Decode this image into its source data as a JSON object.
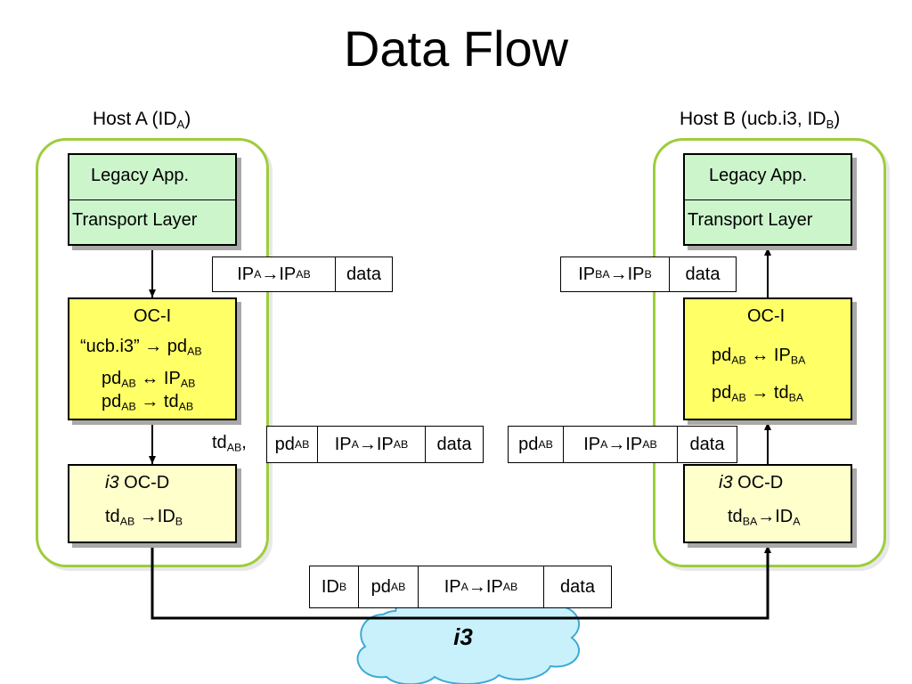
{
  "title": "Data Flow",
  "host_a": {
    "label": "Host A (ID",
    "label_sub": "A",
    "label_end": ")",
    "app": "Legacy App.",
    "transport": "Transport Layer",
    "oci": {
      "title": "OC-I",
      "line1_a": "“ucb.i3” ",
      "line1_arrow": "→",
      "line1_b": " pd",
      "line1_sub": "AB",
      "line2_a": "pd",
      "line2_sub1": "AB",
      "line2_arrow": " ↔ ",
      "line2_b": "IP",
      "line2_sub2": "AB",
      "line3_a": "pd",
      "line3_sub1": "AB",
      "line3_arrow": " → ",
      "line3_b": "td",
      "line3_sub2": "AB"
    },
    "ocd": {
      "title_i3": "i3",
      "title": " OC-D",
      "line_a": "td",
      "line_sub1": "AB",
      "line_arrow": " →",
      "line_b": "ID",
      "line_sub2": "B"
    }
  },
  "host_b": {
    "label": "Host B (ucb.i3, ID",
    "label_sub": "B",
    "label_end": ")",
    "app": "Legacy App.",
    "transport": "Transport Layer",
    "oci": {
      "title": "OC-I",
      "line1_a": "pd",
      "line1_sub1": "AB",
      "line1_arrow": " ↔ ",
      "line1_b": "IP",
      "line1_sub2": "BA",
      "line2_a": "pd",
      "line2_sub1": "AB",
      "line2_arrow": " → ",
      "line2_b": "td",
      "line2_sub2": "BA"
    },
    "ocd": {
      "title_i3": "i3",
      "title": " OC-D",
      "line_a": "td",
      "line_sub1": "BA",
      "line_arrow": "→",
      "line_b": "ID",
      "line_sub2": "A"
    }
  },
  "packets": {
    "a_top": {
      "ip_a": "IP",
      "ip_a_sub": "A",
      "arrow": "→",
      "ip_b": "IP",
      "ip_b_sub": "AB",
      "data": "data"
    },
    "b_top": {
      "ip_a": "IP",
      "ip_a_sub": "BA",
      "arrow": "→ ",
      "ip_b": "IP",
      "ip_b_sub": "B",
      "data": "data"
    },
    "a_mid_prefix": {
      "td": "td",
      "td_sub": "AB",
      "comma": ","
    },
    "a_mid": {
      "pd": "pd",
      "pd_sub": "AB",
      "ip_a": "IP",
      "ip_a_sub": "A",
      "arrow": "→",
      "ip_b": "IP",
      "ip_b_sub": "AB",
      "data": "data"
    },
    "b_mid": {
      "pd": "pd",
      "pd_sub": "AB",
      "ip_a": "IP",
      "ip_a_sub": "A",
      "arrow": "→",
      "ip_b": "IP",
      "ip_b_sub": "AB",
      "data": "data"
    },
    "bottom": {
      "id": "ID",
      "id_sub": "B",
      "pd": "pd",
      "pd_sub": "AB",
      "ip_a": "IP",
      "ip_a_sub": "A",
      "arrow": "→",
      "ip_b": "IP",
      "ip_b_sub": "AB",
      "data": "data"
    }
  },
  "cloud": {
    "label": "i3",
    "color": "#c9f1fb",
    "stroke": "#3fa9d6"
  },
  "colors": {
    "host_border": "#9dcd3a",
    "app_fill": "#ccf5cc",
    "oci_fill": "#ffff66",
    "ocd_fill": "#ffffcc"
  }
}
